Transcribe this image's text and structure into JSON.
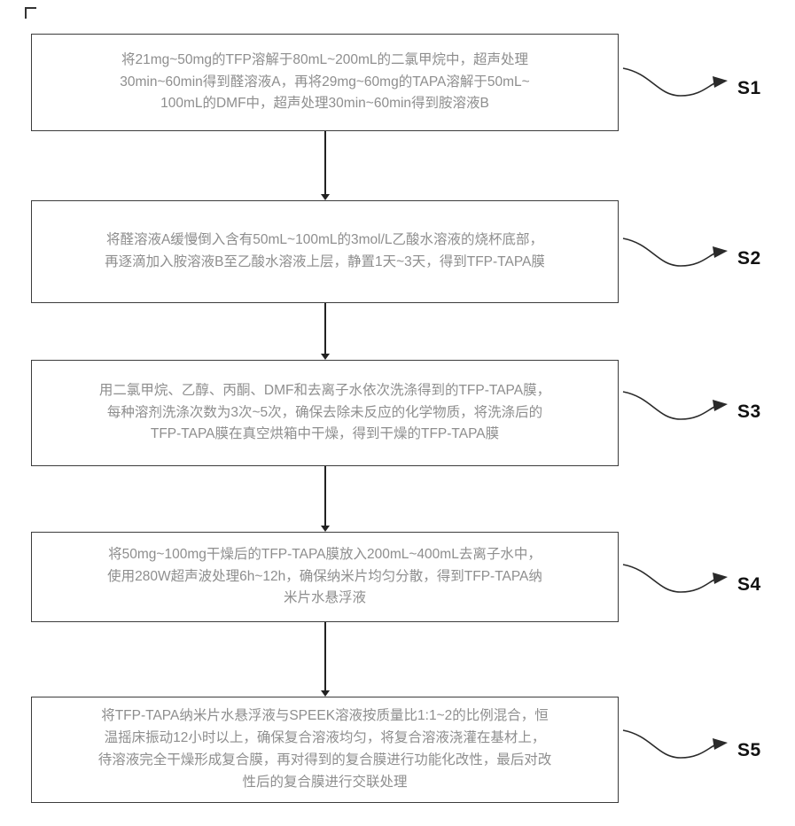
{
  "figure": {
    "type": "process-flowchart",
    "background_color": "#ffffff",
    "box_border_color": "#3c3c3c",
    "box_text_color": "#8e8e8e",
    "label_color": "#111111",
    "arrow_color": "#222222"
  },
  "steps": [
    {
      "label": "S1",
      "text": "将21mg~50mg的TFP溶解于80mL~200mL的二氯甲烷中，超声处理\n30min~60min得到醛溶液A，再将29mg~60mg的TAPA溶解于50mL~\n100mL的DMF中，超声处理30min~60min得到胺溶液B"
    },
    {
      "label": "S2",
      "text": "将醛溶液A缓慢倒入含有50mL~100mL的3mol/L乙酸水溶液的烧杯底部，\n再逐滴加入胺溶液B至乙酸水溶液上层，静置1天~3天，得到TFP-TAPA膜"
    },
    {
      "label": "S3",
      "text": "用二氯甲烷、乙醇、丙酮、DMF和去离子水依次洗涤得到的TFP-TAPA膜，\n每种溶剂洗涤次数为3次~5次，确保去除未反应的化学物质，将洗涤后的\nTFP-TAPA膜在真空烘箱中干燥，得到干燥的TFP-TAPA膜"
    },
    {
      "label": "S4",
      "text": "将50mg~100mg干燥后的TFP-TAPA膜放入200mL~400mL去离子水中，\n使用280W超声波处理6h~12h，确保纳米片均匀分散，得到TFP-TAPA纳\n米片水悬浮液"
    },
    {
      "label": "S5",
      "text": "将TFP-TAPA纳米片水悬浮液与SPEEK溶液按质量比1:1~2的比例混合，恒\n温摇床振动12小时以上，确保复合溶液均匀，将复合溶液浇灌在基材上，\n待溶液完全干燥形成复合膜，再对得到的复合膜进行功能化改性，最后对改\n性后的复合膜进行交联处理"
    }
  ]
}
